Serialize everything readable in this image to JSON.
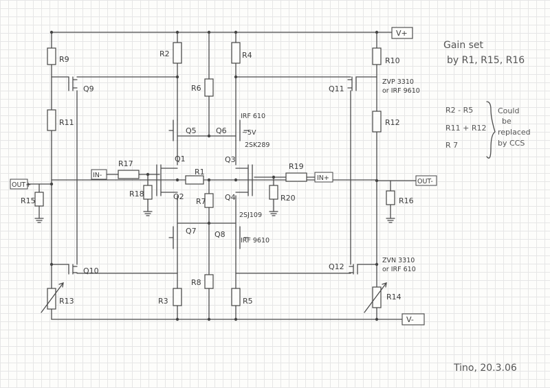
{
  "rails": {
    "vplus": "V+",
    "vminus": "V-"
  },
  "ports": {
    "in_minus": "IN-",
    "in_plus": "IN+",
    "out_plus": "OUT+",
    "out_minus": "OUT-"
  },
  "resistors": [
    "R1",
    "R2",
    "R3",
    "R4",
    "R5",
    "R6",
    "R7",
    "R8",
    "R9",
    "R10",
    "R11",
    "R12",
    "R13",
    "R14",
    "R15",
    "R16",
    "R17",
    "R18",
    "R19",
    "R20"
  ],
  "transistors": [
    "Q1",
    "Q2",
    "Q3",
    "Q4",
    "Q5",
    "Q6",
    "Q7",
    "Q8",
    "Q9",
    "Q10",
    "Q11",
    "Q12"
  ],
  "parts": {
    "irf610": "IRF 610",
    "v5": "~5V",
    "k289": "2SK289",
    "j109": "2SJ109",
    "irf9610": "IRF 9610",
    "zvp1": "ZVP 3310",
    "zvp2": "or IRF 9610",
    "zvn1": "ZVN 3310",
    "zvn2": "or IRF 610"
  },
  "notes": {
    "gain1": "Gain set",
    "gain2": "by R1, R15, R16",
    "ccs1": "R2 - R5",
    "ccs2": "R11 + R12",
    "ccs3": "R 7",
    "ccs_c1": "Could",
    "ccs_c2": "be",
    "ccs_c3": "replaced",
    "ccs_c4": "by CCS",
    "signature": "Tino, 20.3.06"
  }
}
